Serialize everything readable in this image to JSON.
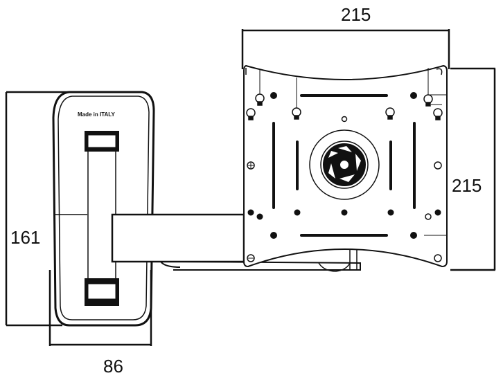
{
  "dimensions": {
    "plate_width": "215",
    "plate_height": "215",
    "bracket_height": "161",
    "bracket_width": "86"
  },
  "bracket_marking": "Made in ITALY",
  "colors": {
    "line": "#111111",
    "background": "#ffffff"
  }
}
